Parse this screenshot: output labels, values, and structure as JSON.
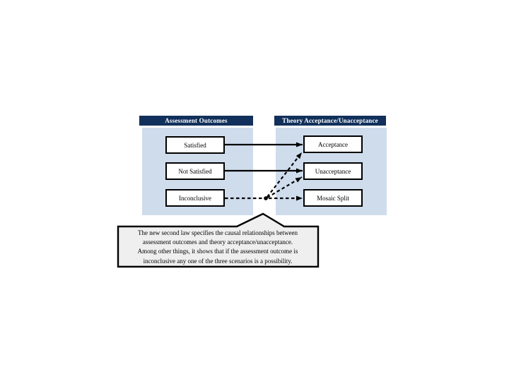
{
  "panels": {
    "left": {
      "header": "Assessment Outcomes",
      "items": [
        "Satisfied",
        "Not Satisfied",
        "Inconclusive"
      ]
    },
    "right": {
      "header": "Theory Acceptance/Unacceptance",
      "items": [
        "Acceptance",
        "Unacceptance",
        "Mosaic Split"
      ]
    }
  },
  "connections": {
    "solid": [
      {
        "from": "Satisfied",
        "to": "Acceptance"
      },
      {
        "from": "Not Satisfied",
        "to": "Unacceptance"
      }
    ],
    "dashed_fork": {
      "from": "Inconclusive",
      "to": [
        "Acceptance",
        "Unacceptance",
        "Mosaic Split"
      ]
    }
  },
  "callout": {
    "lines": [
      "The new second law specifies the causal relationships between",
      "assessment outcomes and theory acceptance/unacceptance.",
      "Among other things, it shows that if the assessment outcome is",
      "inconclusive any one of the three scenarios is a possibility."
    ]
  },
  "colors": {
    "header_bg": "#11305b",
    "panel_bg": "#cfdcec",
    "callout_bg": "#efefef",
    "line_color": "#000000",
    "box_bg": "#ffffff"
  }
}
